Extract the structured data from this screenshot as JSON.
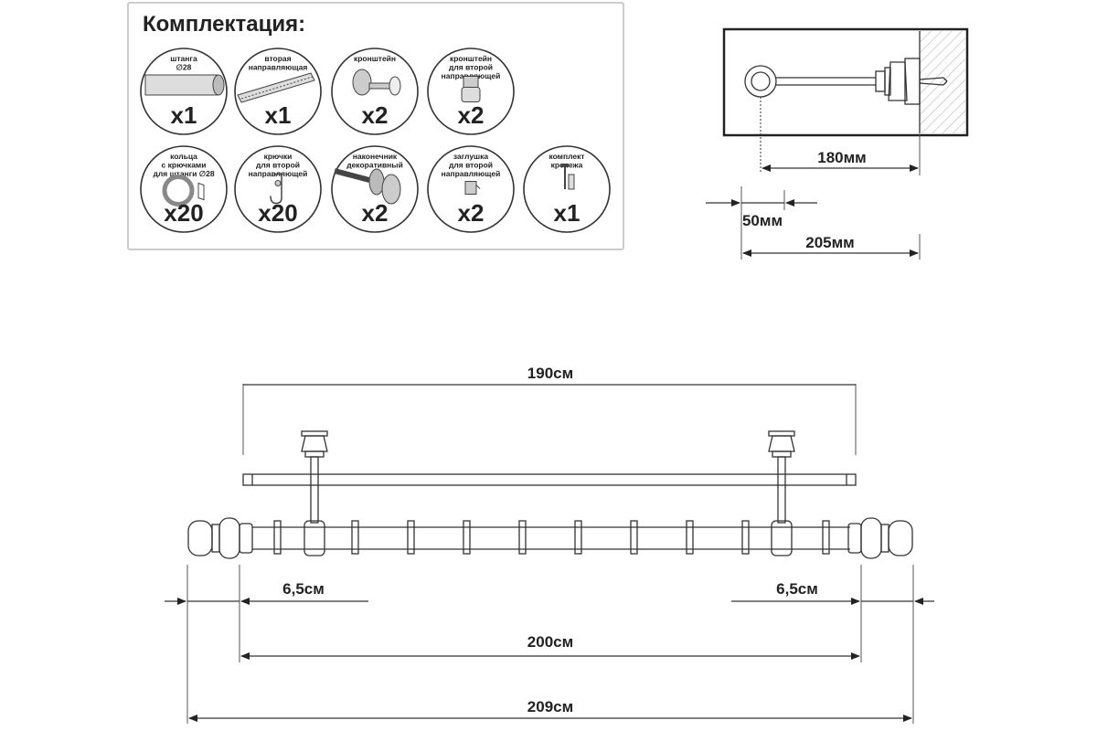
{
  "kit": {
    "title": "Комплектация:",
    "items": [
      {
        "lines": [
          "штанга",
          "∅28"
        ],
        "count": "x1",
        "icon": "rod-icon"
      },
      {
        "lines": [
          "вторая",
          "направляющая"
        ],
        "count": "x1",
        "icon": "second-rail-icon"
      },
      {
        "lines": [
          "кронштейн"
        ],
        "count": "x2",
        "icon": "bracket-icon"
      },
      {
        "lines": [
          "кронштейн",
          "для второй",
          "направляющей"
        ],
        "count": "x2",
        "icon": "second-rail-bracket-icon"
      },
      {
        "lines": [
          "кольца",
          "с крючками",
          "для штанги ∅28"
        ],
        "count": "x20",
        "icon": "ring-with-hook-icon"
      },
      {
        "lines": [
          "крючки",
          "для второй",
          "направляющей"
        ],
        "count": "x20",
        "icon": "hook-icon"
      },
      {
        "lines": [
          "наконечник",
          "декоративный"
        ],
        "count": "x2",
        "icon": "finial-icon"
      },
      {
        "lines": [
          "заглушка",
          "для второй",
          "направляющей"
        ],
        "count": "x2",
        "icon": "end-cap-icon"
      },
      {
        "lines": [
          "комплект",
          "крепежа"
        ],
        "count": "x1",
        "icon": "fastener-kit-icon"
      }
    ]
  },
  "bracket_dims": {
    "d180": "180мм",
    "d50": "50мм",
    "d205": "205мм"
  },
  "rod_dims": {
    "d190": "190см",
    "d65_left": "6,5см",
    "d65_right": "6,5см",
    "d200": "200см",
    "d209": "209см"
  },
  "colors": {
    "line": "#333333",
    "border": "#cccccc",
    "hatch": "#999999"
  }
}
